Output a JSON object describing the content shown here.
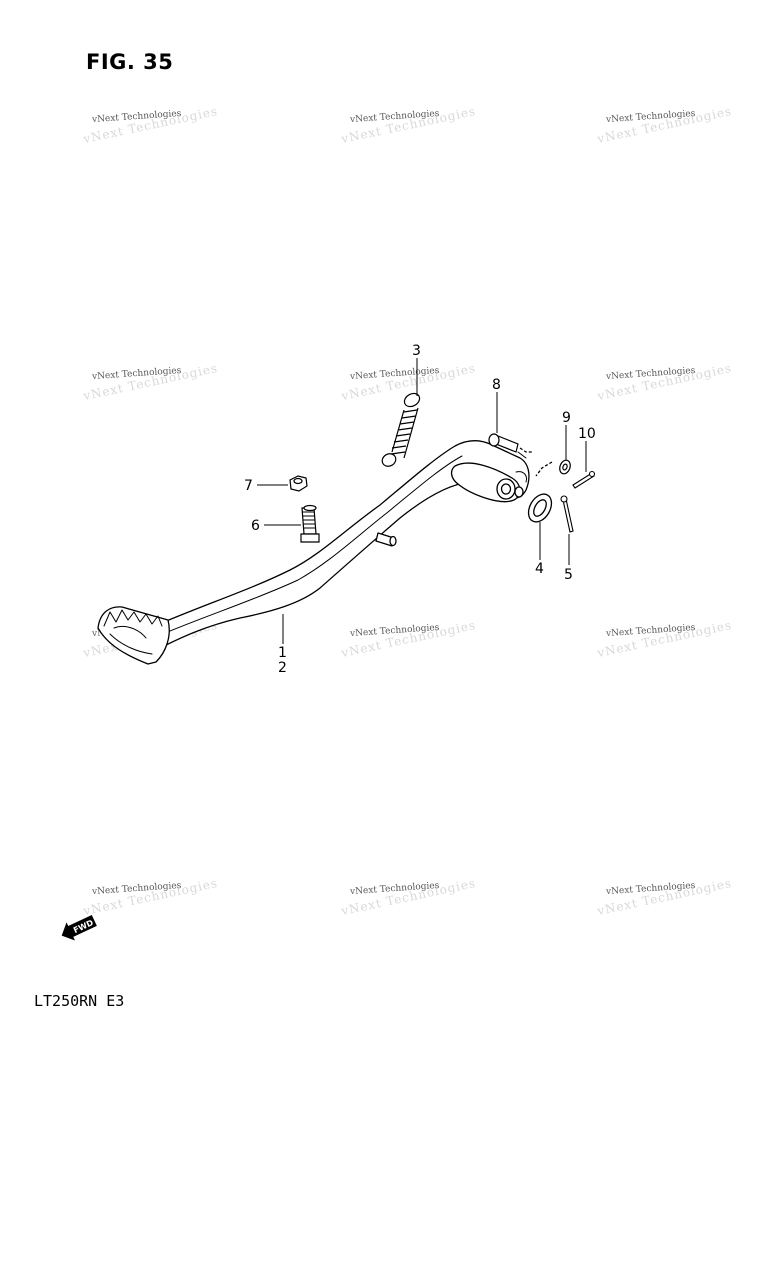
{
  "figure": {
    "title": "FIG. 35",
    "model": "LT250RN  E3"
  },
  "watermark": {
    "text": "vNext Technologies"
  },
  "fwd": {
    "label": "FWD"
  },
  "callouts": [
    {
      "id": "c1",
      "label": "1"
    },
    {
      "id": "c2",
      "label": "2"
    },
    {
      "id": "c3",
      "label": "3"
    },
    {
      "id": "c4",
      "label": "4"
    },
    {
      "id": "c5",
      "label": "5"
    },
    {
      "id": "c6",
      "label": "6"
    },
    {
      "id": "c7",
      "label": "7"
    },
    {
      "id": "c8",
      "label": "8"
    },
    {
      "id": "c9",
      "label": "9"
    },
    {
      "id": "c10",
      "label": "10"
    }
  ]
}
